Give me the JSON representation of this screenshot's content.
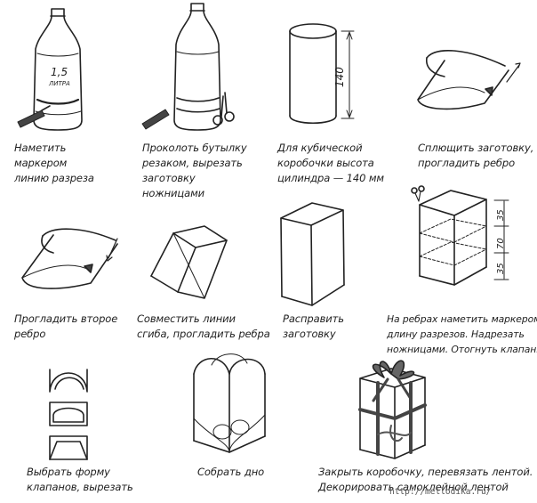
{
  "steps": [
    {
      "id": 1,
      "lines": [
        "Наметить",
        "маркером",
        "линию разреза"
      ]
    },
    {
      "id": 2,
      "lines": [
        "Проколоть бутылку",
        "резаком, вырезать",
        "заготовку",
        "ножницами"
      ]
    },
    {
      "id": 3,
      "lines": [
        "Для кубической",
        "коробочки высота",
        "цилиндра — 140 мм"
      ]
    },
    {
      "id": 4,
      "lines": [
        "Сплющить заготовку,",
        "прогладить ребро"
      ]
    },
    {
      "id": 5,
      "lines": [
        "Прогладить второе",
        "ребро"
      ]
    },
    {
      "id": 6,
      "lines": [
        "Совместить линии",
        "сгиба, прогладить ребра"
      ]
    },
    {
      "id": 7,
      "lines": [
        "Расправить",
        "заготовку"
      ]
    },
    {
      "id": 8,
      "lines": [
        "На ребрах наметить маркером",
        "длину разрезов. Надрезать",
        "ножницами. Отогнуть клапаны."
      ]
    },
    {
      "id": 9,
      "lines": [
        "Выбрать форму",
        "клапанов, вырезать"
      ]
    },
    {
      "id": 10,
      "lines": [
        "Собрать дно"
      ]
    },
    {
      "id": 11,
      "lines": [
        "Закрыть коробочку, перевязать лентой.",
        "Декорировать самоклейной лентой"
      ]
    }
  ],
  "bottle_label": {
    "volume": "1,5",
    "unit": "ЛИТРА"
  },
  "dimensions": {
    "cylinder_height": "140",
    "top": "35",
    "middle": "70",
    "bottom": "35"
  },
  "watermark": "http://mellodika.ru/"
}
